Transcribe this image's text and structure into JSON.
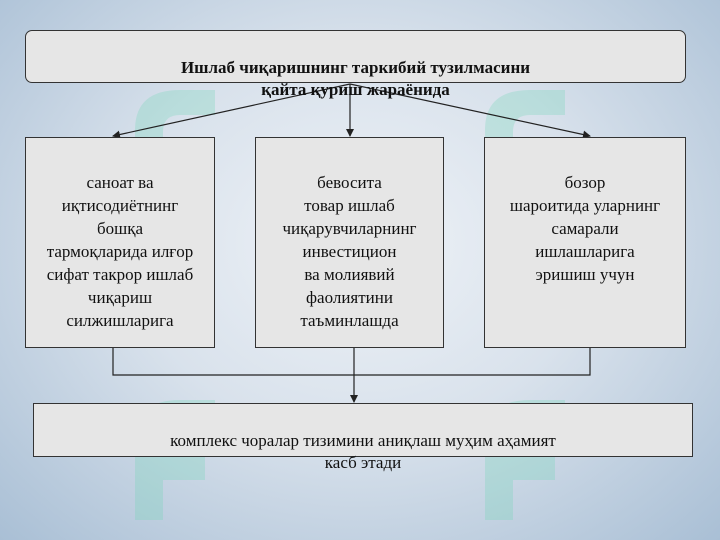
{
  "title": {
    "text": "Ишлаб чиқаришнинг таркибий тузилмасини\nқайта қуриш жараёнида"
  },
  "columns": [
    {
      "text": "саноат ва\nиқтисодиётнинг\nбошқа\nтармоқларида илғор\nсифат такрор ишлаб\nчиқариш\nсилжишларига"
    },
    {
      "text": "бевосита\nтовар ишлаб\nчиқарувчиларнинг\nинвестицион\nва молиявий\nфаолиятини\nтаъминлашда"
    },
    {
      "text": "бозор\nшароитида уларнинг\nсамарали\nишлашларига\nэришиш учун"
    }
  ],
  "conclusion": {
    "text": "комплекс чоралар тизимини аниқлаш муҳим аҳамият\nкасб этади"
  },
  "colors": {
    "box_fill": "#e6e6e6",
    "border": "#333333",
    "connector": "#222222"
  }
}
